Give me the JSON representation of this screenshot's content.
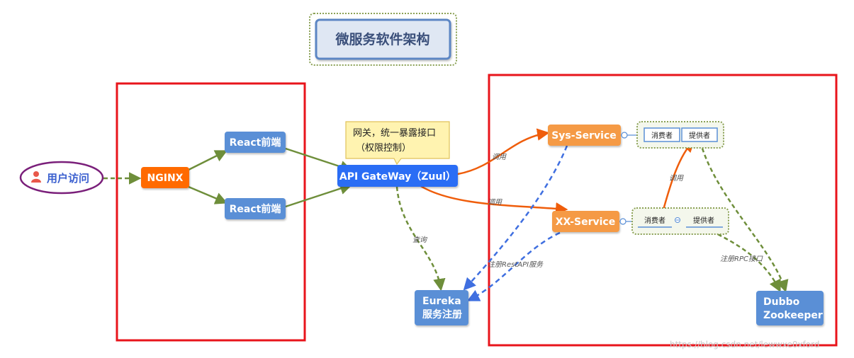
{
  "title": "微服务软件架构",
  "nodes": {
    "user": "用户访问",
    "nginx": "NGINX",
    "react1": "React前端",
    "react2": "React前端",
    "gateway": "API GateWay（Zuul）",
    "gateway_note_line1": "网关，统一暴露接口",
    "gateway_note_line2": "（权限控制）",
    "sys_service": "Sys-Service",
    "xx_service": "XX-Service",
    "eureka_line1": "Eureka",
    "eureka_line2": "服务注册",
    "dubbo_line1": "Dubbo",
    "dubbo_line2": "Zookeeper",
    "sys_consumer": "消费者",
    "sys_provider": "提供者",
    "xx_consumer": "消费者",
    "xx_provider": "提供者"
  },
  "edge_labels": {
    "gw_to_sys": "调用",
    "gw_to_xx": "调用",
    "gw_to_eureka": "查询",
    "register_rest": "注册RestAPI服务",
    "xx_to_sys": "调用",
    "register_rpc": "注册RPC接口"
  },
  "watermark": "https://blog.csdn.net/lewwxe0xford",
  "colors": {
    "red_frame": "#e8141b",
    "orange_nginx": "#ff6a00",
    "blue_node": "#5a8fd6",
    "gateway_blue": "#2b6df5",
    "orange_service": "#f59a45",
    "green_edge": "#6e8e3a",
    "orange_edge": "#ef5d0b",
    "blue_dash": "#3f6fe0",
    "user_border": "#7a1f7a",
    "title_fill": "#dfe7f3",
    "title_border": "#5b86c4"
  }
}
